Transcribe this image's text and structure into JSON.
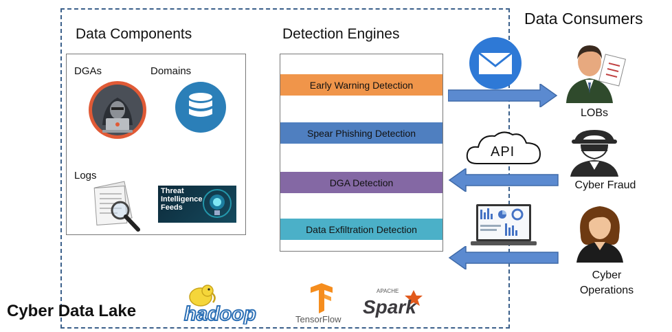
{
  "lake": {
    "label": "Cyber Data Lake"
  },
  "components": {
    "title": "Data Components",
    "items": [
      {
        "label": "DGAs"
      },
      {
        "label": "Domains"
      },
      {
        "label": "Logs"
      }
    ],
    "threat_feed": {
      "line1": "Threat",
      "line2": "Intelligence",
      "line3": "Feeds"
    }
  },
  "engines": {
    "title": "Detection Engines",
    "items": [
      {
        "label": "Early Warning Detection",
        "color": "#f0954a"
      },
      {
        "label": "Spear Phishing Detection",
        "color": "#4f7fc0"
      },
      {
        "label": "DGA Detection",
        "color": "#8468a4"
      },
      {
        "label": "Data Exfiltration Detection",
        "color": "#4bb0c8"
      }
    ]
  },
  "consumers": {
    "title": "Data Consumers",
    "items": [
      {
        "label": "LOBs"
      },
      {
        "label": "Cyber Fraud"
      },
      {
        "label": "Cyber",
        "label2": "Operations"
      }
    ]
  },
  "channels": {
    "api_label": "API"
  },
  "platforms": {
    "hadoop": "hadoop",
    "tensorflow": "TensorFlow",
    "spark_top": "APACHE",
    "spark": "Spark"
  },
  "colors": {
    "arrow": "#4472c4",
    "arrow_fill": "#5b8ad0",
    "dashed_border": "#3a5f8a",
    "mail_circle": "#2e79d6"
  }
}
